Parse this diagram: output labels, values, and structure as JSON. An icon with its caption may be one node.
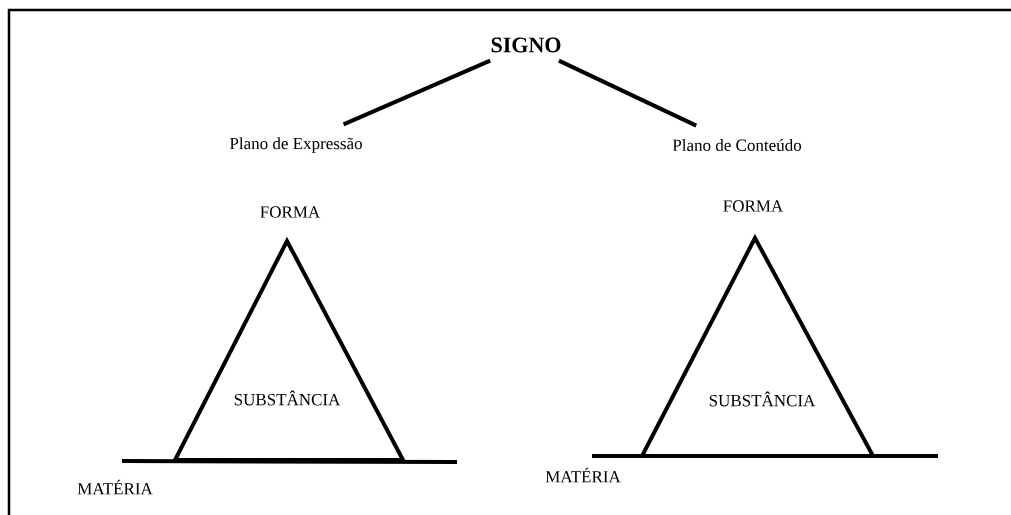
{
  "diagram": {
    "nodes": [
      {
        "text": [
          "SIGNO"
        ]
      },
      {
        "text": [
          "Plano de Expressão"
        ]
      },
      {
        "text": [
          "Plano de Conteúdo"
        ]
      },
      {
        "text": [
          "SUBSTÂNCIA"
        ],
        "beside": [
          "FORMA",
          "MATÉRIA"
        ]
      },
      {
        "text": [
          "SUBSTÂNCIA"
        ],
        "beside": [
          "FORMA",
          "MATÉRIA"
        ]
      }
    ],
    "edges": [
      {
        "from": 0,
        "to": 1,
        "arrow": "none"
      },
      {
        "from": 0,
        "to": 2,
        "arrow": "none"
      }
    ]
  }
}
